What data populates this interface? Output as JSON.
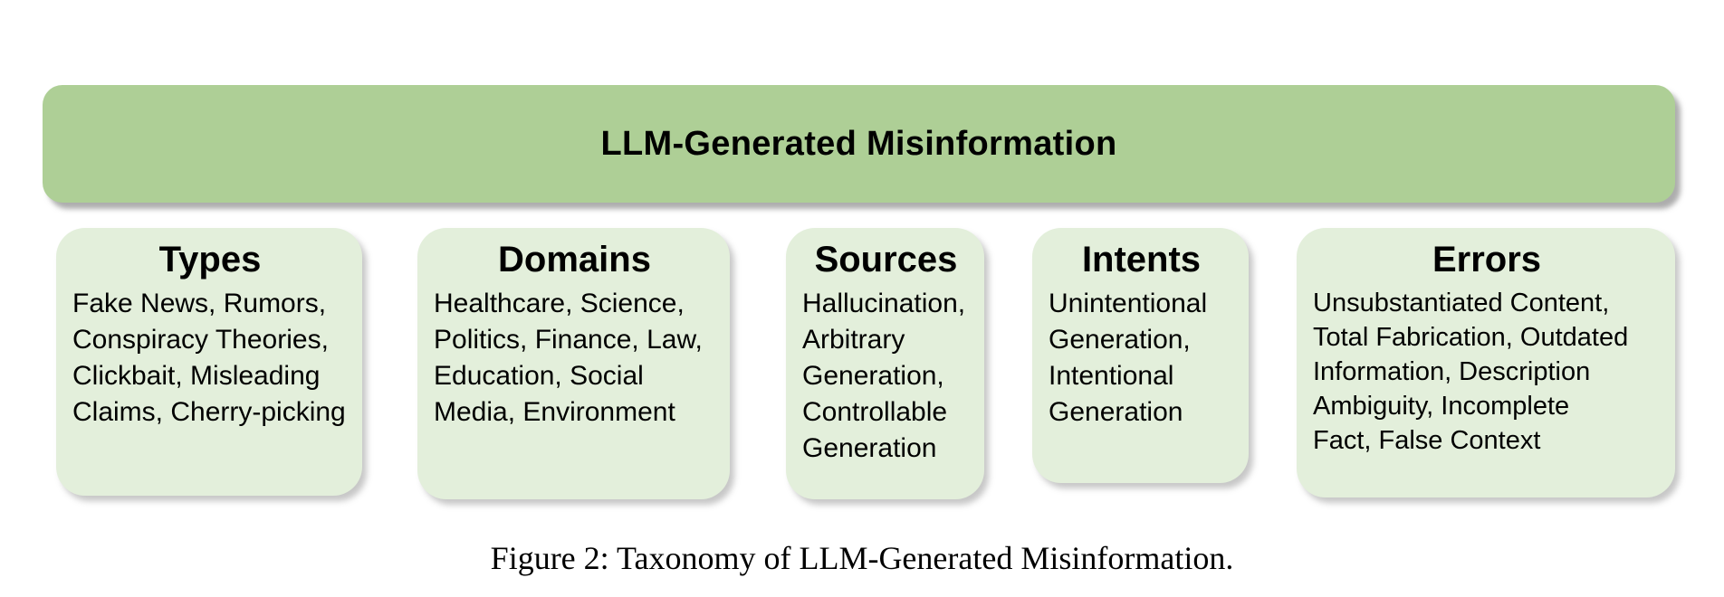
{
  "figure": {
    "header": {
      "label": "LLM-Generated Misinformation"
    },
    "boxes": [
      {
        "title": "Types",
        "items": [
          "Fake News",
          "Rumors",
          "Conspiracy Theories",
          "Clickbait",
          "Misleading Claims",
          "Cherry-picking"
        ],
        "lines": [
          "Fake News, Rumors,",
          "Conspiracy Theories,",
          "Clickbait, Misleading",
          "Claims, Cherry-picking"
        ]
      },
      {
        "title": "Domains",
        "items": [
          "Healthcare",
          "Science",
          "Politics",
          "Finance",
          "Law",
          "Education",
          "Social Media",
          "Environment"
        ],
        "lines": [
          "Healthcare, Science,",
          "Politics, Finance, Law,",
          "Education, Social",
          "Media, Environment"
        ]
      },
      {
        "title": "Sources",
        "items": [
          "Hallucination",
          "Arbitrary Generation",
          "Controllable Generation"
        ],
        "lines": [
          "Hallucination,",
          "Arbitrary",
          "Generation,",
          "Controllable",
          "Generation"
        ]
      },
      {
        "title": "Intents",
        "items": [
          "Unintentional Generation",
          "Intentional Generation"
        ],
        "lines": [
          "Unintentional",
          "Generation,",
          "Intentional",
          "Generation"
        ]
      },
      {
        "title": "Errors",
        "items": [
          "Unsubstantiated Content",
          "Total Fabrication",
          "Outdated Information",
          "Description Ambiguity",
          "Incomplete Fact",
          "False Context"
        ],
        "lines": [
          "Unsubstantiated Content,",
          "Total Fabrication, Outdated",
          "Information, Description",
          "Ambiguity, Incomplete",
          "Fact, False Context"
        ]
      }
    ],
    "caption": "Figure 2: Taxonomy of LLM-Generated Misinformation.",
    "colors": {
      "header_fill": "#aecf96",
      "box_fill": "#e3efdb",
      "text": "#000000",
      "background": "#ffffff"
    }
  }
}
